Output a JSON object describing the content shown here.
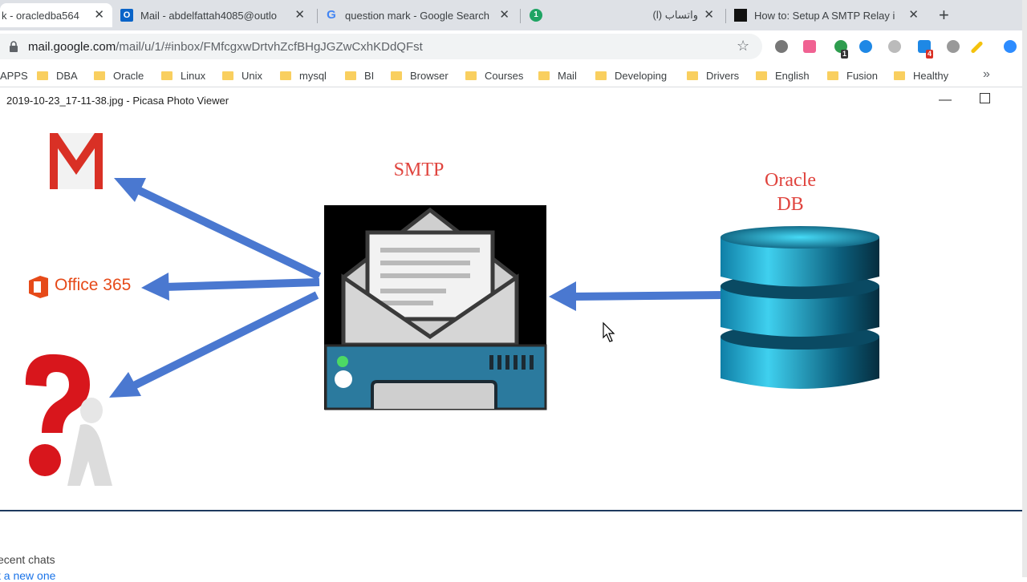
{
  "tabs": [
    {
      "title": "k - oracledba564",
      "active": true
    },
    {
      "title": "Mail - abdelfattah4085@outlo"
    },
    {
      "title": "question mark - Google Search"
    },
    {
      "title": ""
    },
    {
      "title": "(l) واتساب"
    },
    {
      "title": "How to: Setup A SMTP Relay i"
    }
  ],
  "address": {
    "host": "mail.google.com",
    "path": "/mail/u/1/#inbox/FMfcgxwDrtvhZcfBHgJGZwCxhKDdQFst"
  },
  "extension_badges": {
    "green": "1",
    "red": "4"
  },
  "bookmarks": [
    "APPS",
    "DBA",
    "Oracle",
    "Linux",
    "Unix",
    "mysql",
    "BI",
    "Browser",
    "Courses",
    "Mail",
    "Developing",
    "Drivers",
    "English",
    "Fusion",
    "Healthy"
  ],
  "viewer": {
    "title": "2019-10-23_17-11-38.jpg - Picasa Photo Viewer"
  },
  "diagram": {
    "smtp_label": "SMTP",
    "db_label_line1": "Oracle",
    "db_label_line2": "DB",
    "office_label": "Office 365"
  },
  "sidebar": {
    "recent_chats": "ecent chats",
    "start_new": "t a new one"
  },
  "colors": {
    "arrow": "#4a78d0",
    "label_red": "#e0443e",
    "db_cyan": "#1aa7cf",
    "envelope_bg": "#000000",
    "server_blue": "#2b7a9e"
  }
}
